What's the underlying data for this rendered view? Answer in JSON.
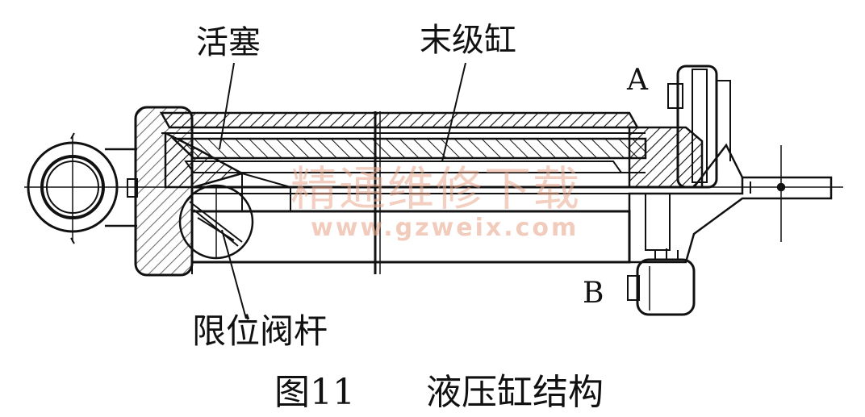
{
  "labels": {
    "piston": "活塞",
    "final_cylinder": "末级缸",
    "port_a": "A",
    "port_b": "B",
    "limit_valve_rod": "限位阀杆"
  },
  "caption": {
    "number": "图11",
    "title": "液压缸结构"
  },
  "watermark": {
    "name": "精通维修下载",
    "url": "www.gzweix.com"
  },
  "colors": {
    "ink": "#111111",
    "watermark": "#e9a98f",
    "paper": "#ffffff"
  }
}
